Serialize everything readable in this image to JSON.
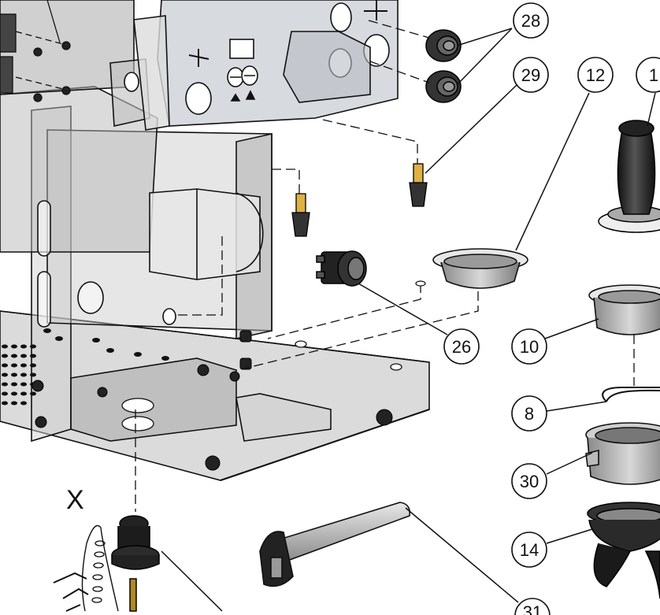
{
  "drawing": {
    "section_label": "X",
    "callouts": [
      {
        "id": "c28",
        "label": "28"
      },
      {
        "id": "c29",
        "label": "29"
      },
      {
        "id": "c12",
        "label": "12"
      },
      {
        "id": "c1",
        "label": "1"
      },
      {
        "id": "c26",
        "label": "26"
      },
      {
        "id": "c10",
        "label": "10"
      },
      {
        "id": "c8",
        "label": "8"
      },
      {
        "id": "c30",
        "label": "30"
      },
      {
        "id": "c14",
        "label": "14"
      },
      {
        "id": "c31",
        "label": "31"
      }
    ]
  }
}
